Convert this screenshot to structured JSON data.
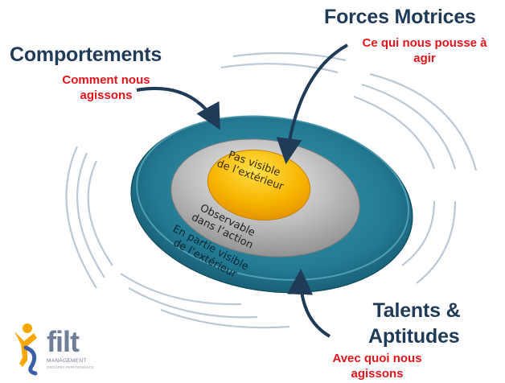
{
  "nodes": {
    "forces_motrices": {
      "title": "Forces Motrices",
      "subtitle_line1": "Ce qui nous pousse à",
      "subtitle_line2": "agir"
    },
    "comportements": {
      "title": "Comportements",
      "subtitle_line1": "Comment nous",
      "subtitle_line2": "agissons"
    },
    "talents": {
      "title_line1": "Talents &",
      "title_line2": "Aptitudes",
      "subtitle_line1": "Avec quoi nous",
      "subtitle_line2": "agissons"
    }
  },
  "rings": {
    "inner": {
      "line1": "Pas visible",
      "line2": "de l’extérieur",
      "color": "#f7b500"
    },
    "middle": {
      "line1": "Observable",
      "line2": "dans l’action",
      "color": "#9a9a9a"
    },
    "outer": {
      "line1": "En partie visible",
      "line2": "de l’extérieur",
      "color": "#237a93"
    }
  },
  "logo": {
    "word": "filt",
    "sub": "MANAGEMENT",
    "sub2": "GROUPES PERFORMANCE"
  },
  "colors": {
    "heading": "#1f3b57",
    "subtitle": "#e4141b",
    "arrow": "#1f3b57",
    "waves": "#bcc8d6"
  }
}
